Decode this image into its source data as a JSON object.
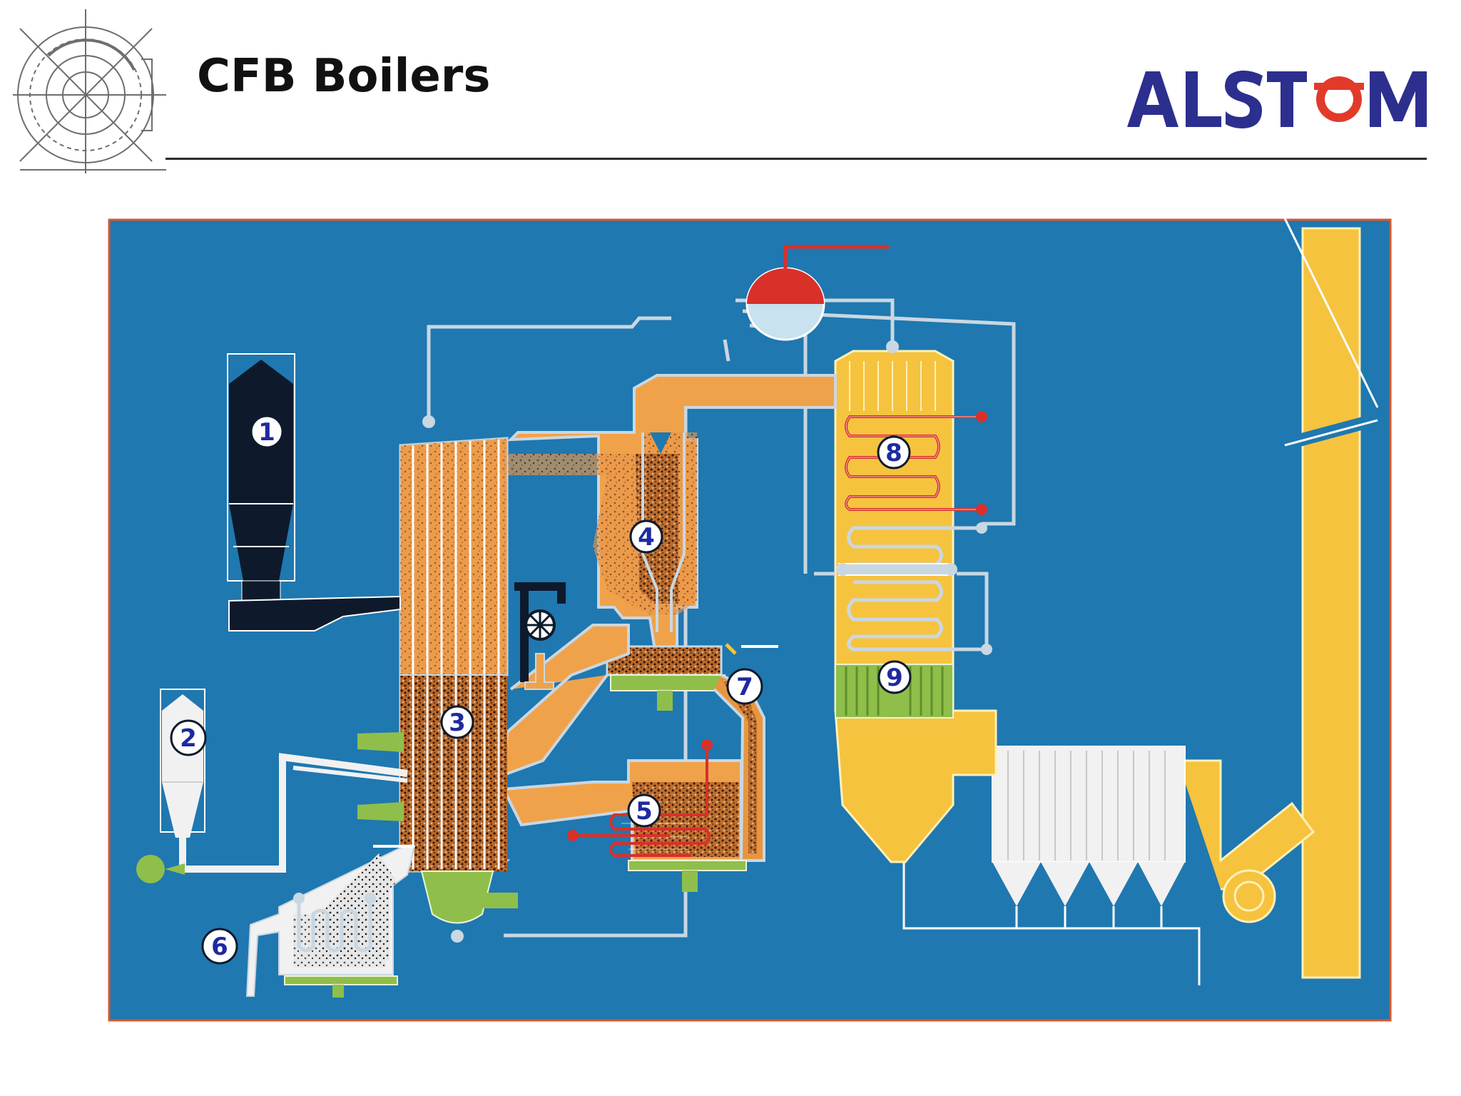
{
  "header": {
    "title": "CFB Boilers",
    "brand": "ALSTOM"
  },
  "diagram": {
    "callouts": [
      "1",
      "2",
      "3",
      "4",
      "5",
      "6",
      "7",
      "8",
      "9"
    ]
  },
  "colors": {
    "background": "#1f78b0",
    "border": "#d9572c",
    "flue_gas": "#f0a24a",
    "flue_gas_dark": "#c46a22",
    "backpass": "#f6c33f",
    "ash_green": "#8fbf4a",
    "pipe": "#c9d7e2",
    "coal": "#0e1a2c",
    "steam_hot": "#d9302a",
    "brand": "#2c2f8e",
    "brand_ring": "#e23a2a"
  }
}
